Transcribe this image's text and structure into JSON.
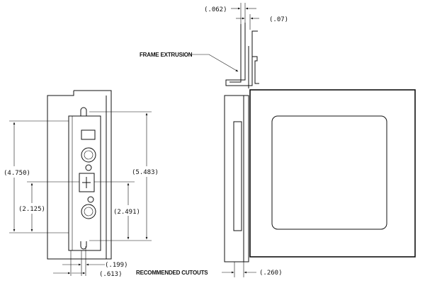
{
  "labels": {
    "frame_extrusion": "FRAME EXTRUSION",
    "recommended_cutouts": "RECOMMENDED CUTOUTS"
  },
  "dimensions": {
    "d_062": "(.062)",
    "d_07": "(.07)",
    "d_4750": "(4.750)",
    "d_2125": "(2.125)",
    "d_5483": "(5.483)",
    "d_2491": "(2.491)",
    "d_199": "(.199)",
    "d_613": "(.613)",
    "d_260": "(.260)"
  }
}
